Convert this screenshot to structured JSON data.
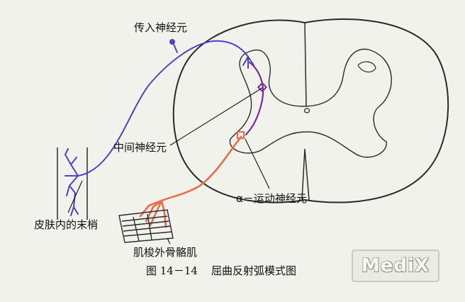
{
  "labels": {
    "sensory_neuron": "传入神经元",
    "interneuron": "中间神经元",
    "skin_endings": "皮肤内的末梢",
    "motor_neuron": "α－运动神经元",
    "muscle": "肌梭外骨骼肌"
  },
  "caption": "图 14－14    屈曲反射弧模式图",
  "watermark": "MediX",
  "colors": {
    "sensory": "#4b42c8",
    "interneuron": "#7b2aa0",
    "motor": "#ef6a4a",
    "outline": "#2a2a2a",
    "background": "#f1f2ec"
  }
}
